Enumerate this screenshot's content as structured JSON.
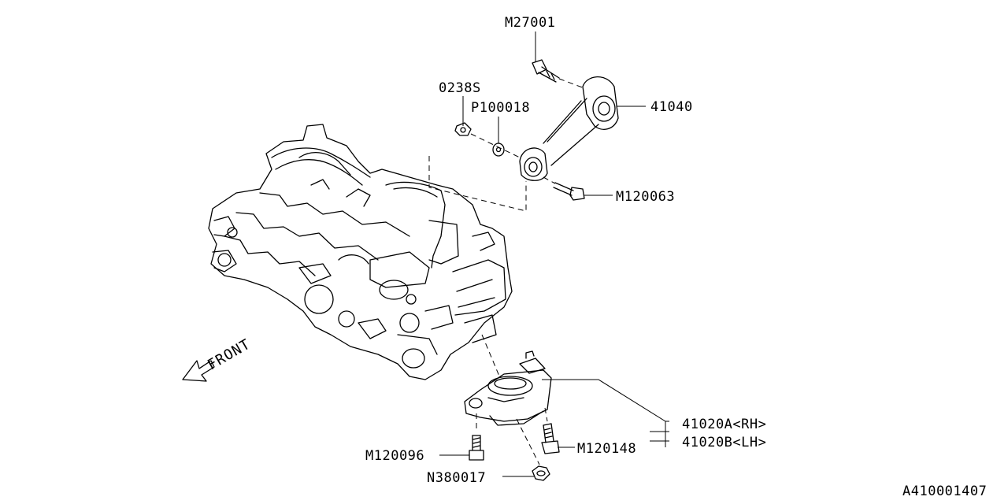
{
  "labels": {
    "m27001": "M27001",
    "p0238s": "0238S",
    "p100018": "P100018",
    "p41040": "41040",
    "m120063": "M120063",
    "p41020a": "41020A<RH>",
    "p41020b": "41020B<LH>",
    "m120148": "M120148",
    "m120096": "M120096",
    "n380017": "N380017",
    "front": "FRONT",
    "diagram_id": "A410001407"
  }
}
